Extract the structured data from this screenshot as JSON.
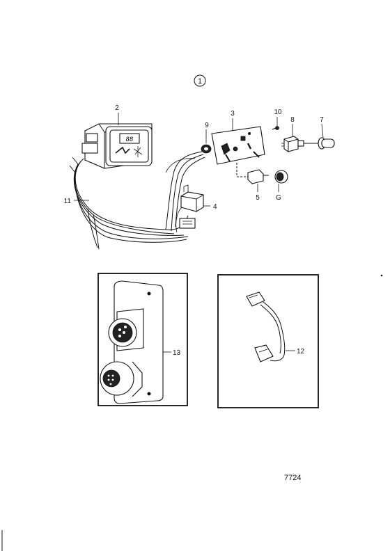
{
  "figure": {
    "view_number": "1",
    "drawing_number": "7724"
  },
  "callouts": {
    "c2": "2",
    "c3": "3",
    "c4": "4",
    "c5": "5",
    "c6": "G",
    "c7": "7",
    "c8": "8",
    "c9": "9",
    "c10": "10",
    "c11": "11",
    "c12": "12",
    "c13": "13"
  },
  "display_readout": "88"
}
